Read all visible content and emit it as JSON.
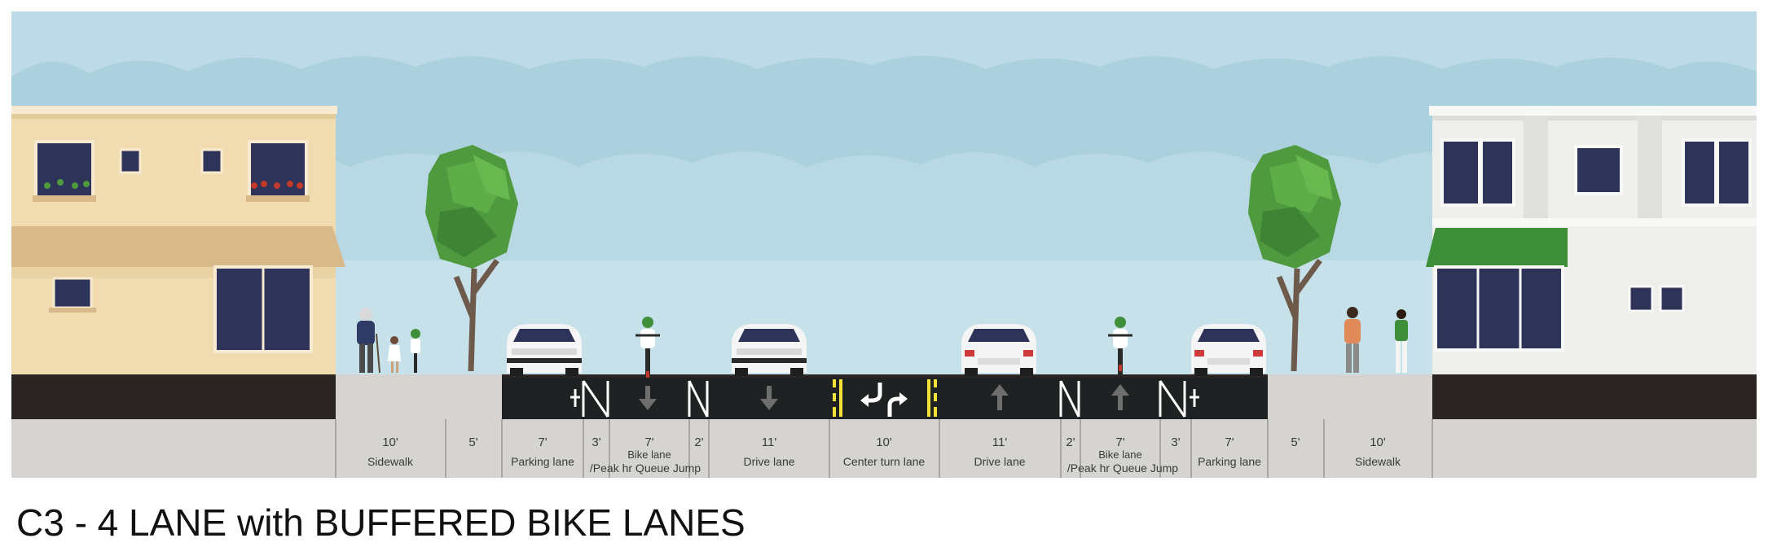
{
  "caption": "C3 - 4 LANE with BUFFERED BIKE LANES",
  "lanes": [
    {
      "id": "sidewalk-left",
      "width": "10'",
      "name": "Sidewalk",
      "sub": ""
    },
    {
      "id": "planting-left",
      "width": "5'",
      "name": "",
      "sub": ""
    },
    {
      "id": "parking-left",
      "width": "7'",
      "name": "Parking lane",
      "sub": ""
    },
    {
      "id": "buffer-left-outer",
      "width": "3'",
      "name": "",
      "sub": ""
    },
    {
      "id": "bike-left",
      "width": "7'",
      "name": "/Peak hr Queue Jump",
      "sub": "Bike lane"
    },
    {
      "id": "buffer-left-inner",
      "width": "2'",
      "name": "",
      "sub": ""
    },
    {
      "id": "drive-left",
      "width": "11'",
      "name": "Drive lane",
      "sub": ""
    },
    {
      "id": "center-turn",
      "width": "10'",
      "name": "Center turn lane",
      "sub": ""
    },
    {
      "id": "drive-right",
      "width": "11'",
      "name": "Drive lane",
      "sub": ""
    },
    {
      "id": "buffer-right-inner",
      "width": "2'",
      "name": "",
      "sub": ""
    },
    {
      "id": "bike-right",
      "width": "7'",
      "name": "/Peak hr Queue Jump",
      "sub": "Bike lane"
    },
    {
      "id": "buffer-right-outer",
      "width": "3'",
      "name": "",
      "sub": ""
    },
    {
      "id": "parking-right",
      "width": "7'",
      "name": "Parking lane",
      "sub": ""
    },
    {
      "id": "planting-right",
      "width": "5'",
      "name": "",
      "sub": ""
    },
    {
      "id": "sidewalk-right",
      "width": "10'",
      "name": "Sidewalk",
      "sub": ""
    }
  ],
  "colors": {
    "sky": "#bcdbe6",
    "cloud": "#a9cfdd",
    "asphalt": "#1e2222",
    "sidewalk": "#d6d4d1",
    "curb": "#2a2522",
    "yellow_line": "#f2e23a",
    "tree": "#4f9a3e",
    "awning_green": "#3f8f3a",
    "building_left": "#f0dcb0",
    "building_right": "#eeeeec",
    "window": "#2d3359"
  }
}
